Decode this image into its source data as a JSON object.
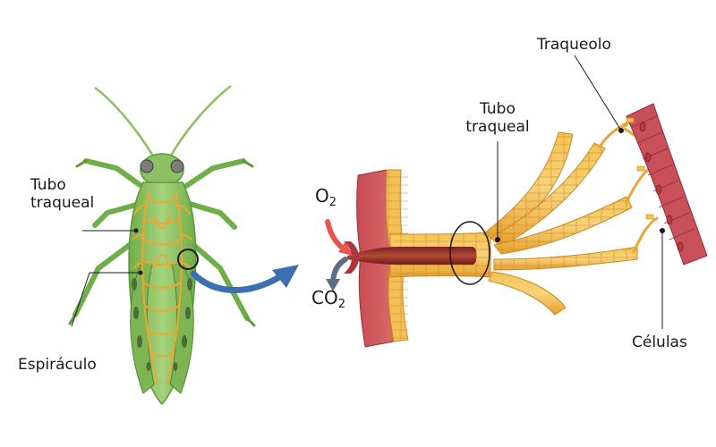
{
  "labels": {
    "tubo_traqueal_left_line1": "Tubo",
    "tubo_traqueal_left_line2": "traqueal",
    "espiraculo": "Espiráculo",
    "tubo_traqueal_right_line1": "Tubo",
    "tubo_traqueal_right_line2": "traqueal",
    "traqueolo": "Traqueolo",
    "celulas": "Células"
  },
  "gases": {
    "oxygen_symbol": "O",
    "oxygen_subscript": "2",
    "carbon_dioxide_symbol": "CO",
    "carbon_dioxide_subscript": "2"
  },
  "colors": {
    "insect_green": "#8cc063",
    "insect_dark_green": "#5e9a3c",
    "trachea_orange": "#f2a433",
    "tube_yellow": "#f6c15a",
    "tissue_red": "#c9505a",
    "arrow_blue": "#3c6fb0",
    "o2_arrow_red": "#e8574f",
    "co2_arrow_blue": "#5a6f86"
  }
}
